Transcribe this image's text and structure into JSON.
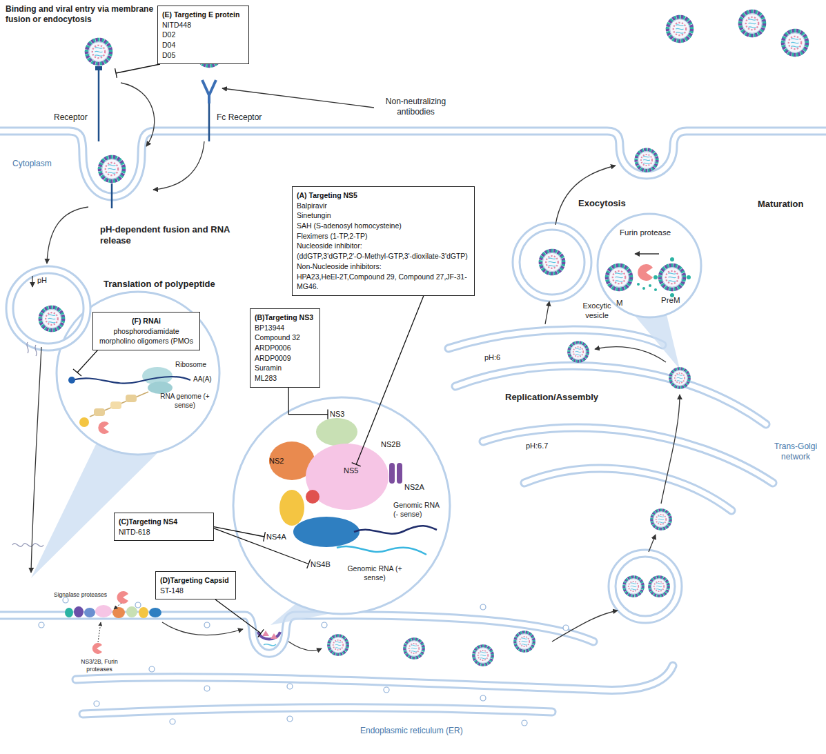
{
  "diagram": {
    "nodes": [
      {
        "text": [
          "(E) Targeting E protein",
          "NITD448",
          "D02",
          "D04",
          "D05"
        ]
      },
      {
        "text": [
          "(A) Targeting NS5",
          "Balpiravir",
          "Sinetungin",
          "SAH (S-adenosyl homocysteine)",
          "Fleximers (1-TP,2-TP)",
          "Nucleoside inhibitor:",
          "(ddGTP,3'dGTP,2'-O-Methyl-GTP,3'-dioxilate-3'dGTP)",
          "Non-Nucleoside inhibitors:",
          "HPA23,HeEl-2T,Compound 29, Compound 27,JF-31-MG46."
        ]
      },
      {
        "text": [
          "Furin protease",
          "M",
          "PreM"
        ]
      },
      {
        "text": [
          "Ribosome",
          "AA(A)",
          "RNA genome (+ sense)"
        ]
      },
      {
        "text": [
          "(F) RNAi",
          "phosphorodiamidate morpholino oligomers (PMOs"
        ]
      },
      {
        "text": [
          "(B)Targeting NS3",
          "BP13944",
          "Compound 32",
          "ARDP0006",
          "ARDP0009",
          "Suramin",
          "ML283"
        ]
      },
      {
        "text": [
          "Genomic RNA (- sense)",
          "Genomic RNA (+ sense)"
        ]
      },
      {
        "text": [
          "NS3"
        ],
        "in": 6
      },
      {
        "text": [
          "NS2B"
        ],
        "in": 6
      },
      {
        "text": [
          "NS5"
        ],
        "in": 6
      },
      {
        "text": [
          "NS2"
        ],
        "in": 6
      },
      {
        "text": [
          "NS2A"
        ],
        "in": 6
      },
      {
        "text": [
          "NS4A"
        ],
        "in": 6
      },
      {
        "text": [
          "NS4B"
        ],
        "in": 6
      },
      {
        "text": [
          "(C)Targeting NS4",
          "NITD-618"
        ]
      },
      {
        "text": [
          "(D)Targeting Capsid",
          "ST-148"
        ]
      }
    ],
    "edges": [
      {
        "from": 5,
        "to": 7,
        "arrow": "to"
      },
      {
        "from": 1,
        "to": 9,
        "arrow": "to"
      },
      {
        "from": 14,
        "to": 12,
        "arrow": "to"
      },
      {
        "from": 14,
        "to": 13,
        "arrow": "to"
      }
    ],
    "labels": [
      "Binding and viral entry via membrane fusion or endocytosis",
      "Receptor",
      "Fc Receptor",
      "Non-neutralizing antibodies",
      "Cytoplasm",
      "Exocytosis",
      "Maturation",
      "pH-dependent fusion and RNA release",
      "pH",
      "Translation of polypeptide",
      "Replication/Assembly",
      "Exocytic vesicle",
      "pH:6",
      "pH:6.7",
      "Trans-Golgi network",
      "Signalase proteases",
      "NS3/2B, Furin proteases",
      "Endoplasmic reticulum (ER)"
    ]
  }
}
